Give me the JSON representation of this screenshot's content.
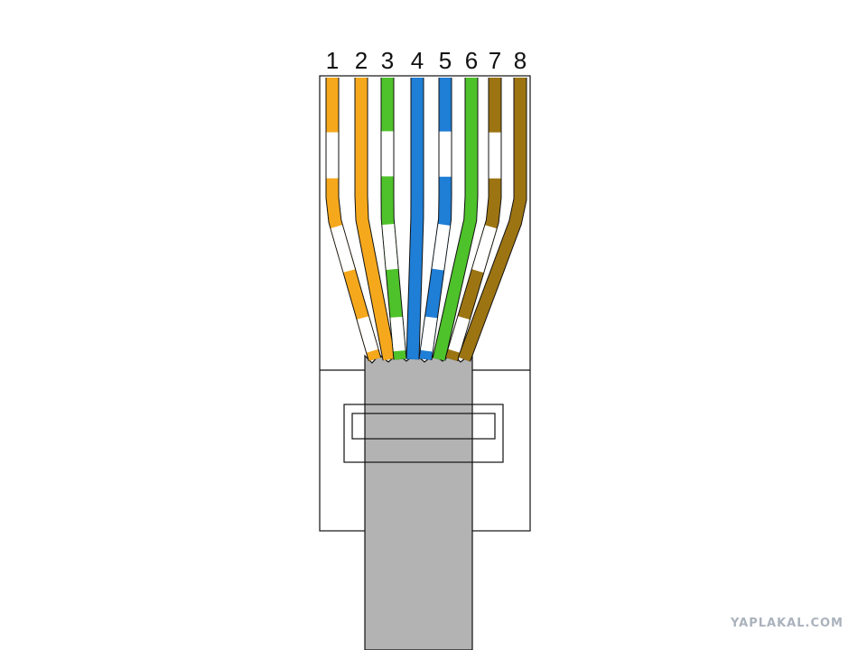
{
  "diagram": {
    "pins": [
      {
        "number": "1",
        "color": "#f6a81c",
        "striped": true
      },
      {
        "number": "2",
        "color": "#f6a81c",
        "striped": false
      },
      {
        "number": "3",
        "color": "#4ec22a",
        "striped": true
      },
      {
        "number": "4",
        "color": "#1f7ed6",
        "striped": false
      },
      {
        "number": "5",
        "color": "#1f7ed6",
        "striped": true
      },
      {
        "number": "6",
        "color": "#4ec22a",
        "striped": false
      },
      {
        "number": "7",
        "color": "#9c7412",
        "striped": true
      },
      {
        "number": "8",
        "color": "#9c7412",
        "striped": false
      }
    ],
    "colors": {
      "jacket": "#b3b3b3",
      "outline": "#111111",
      "stripe_white": "#ffffff"
    }
  },
  "watermark": "YAPLAKAL.COM"
}
